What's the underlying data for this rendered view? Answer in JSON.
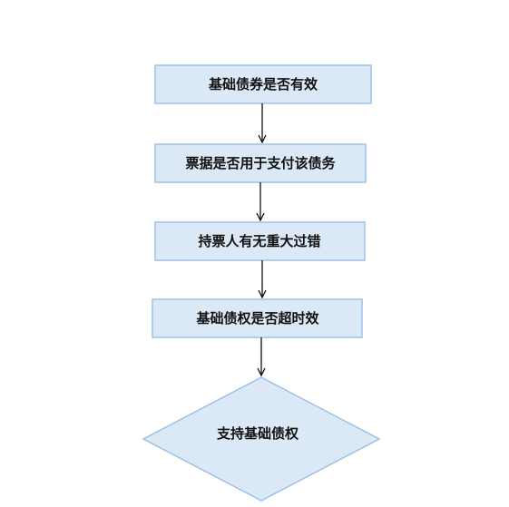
{
  "diagram": {
    "steps": [
      {
        "label": "基础债券是否有效"
      },
      {
        "label": "票据是否用于支付该债务"
      },
      {
        "label": "持票人有无重大过错"
      },
      {
        "label": "基础债权是否超时效"
      }
    ],
    "decision": {
      "label": "支持基础债权"
    },
    "colors": {
      "fill": "#dbe8f6",
      "stroke": "#9cc2e6",
      "text": "#111111",
      "arrow": "#111111"
    }
  }
}
